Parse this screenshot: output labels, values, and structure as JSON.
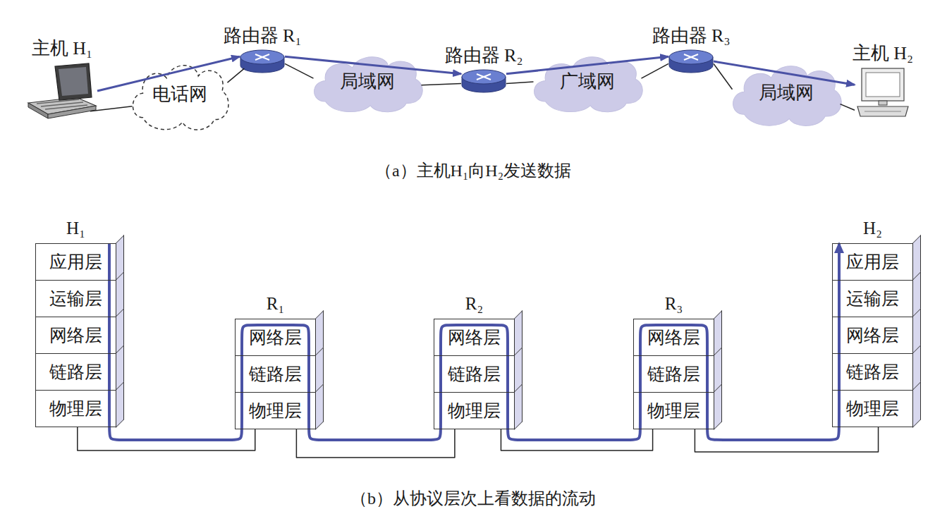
{
  "diagram": {
    "nodes": [
      {
        "text": [
          "主机 H₁"
        ]
      },
      {
        "text": [
          "电话网"
        ]
      },
      {
        "text": [
          "路由器 R₁"
        ]
      },
      {
        "text": [
          "局域网"
        ]
      },
      {
        "text": [
          "路由器 R₂"
        ]
      },
      {
        "text": [
          "广域网"
        ]
      },
      {
        "text": [
          "路由器 R₃"
        ]
      },
      {
        "text": [
          "局域网"
        ]
      },
      {
        "text": [
          "主机 H₂"
        ]
      },
      {
        "text": [
          "H₁"
        ]
      },
      {
        "text": [
          "应用层"
        ],
        "in": 9
      },
      {
        "text": [
          "运输层"
        ],
        "in": 9
      },
      {
        "text": [
          "网络层"
        ],
        "in": 9
      },
      {
        "text": [
          "链路层"
        ],
        "in": 9
      },
      {
        "text": [
          "物理层"
        ],
        "in": 9
      },
      {
        "text": [
          "R₁"
        ]
      },
      {
        "text": [
          "网络层"
        ],
        "in": 15
      },
      {
        "text": [
          "链路层"
        ],
        "in": 15
      },
      {
        "text": [
          "物理层"
        ],
        "in": 15
      },
      {
        "text": [
          "R₂"
        ]
      },
      {
        "text": [
          "网络层"
        ],
        "in": 19
      },
      {
        "text": [
          "链路层"
        ],
        "in": 19
      },
      {
        "text": [
          "物理层"
        ],
        "in": 19
      },
      {
        "text": [
          "R₃"
        ]
      },
      {
        "text": [
          "网络层"
        ],
        "in": 23
      },
      {
        "text": [
          "链路层"
        ],
        "in": 23
      },
      {
        "text": [
          "物理层"
        ],
        "in": 23
      },
      {
        "text": [
          "H₂"
        ]
      },
      {
        "text": [
          "应用层"
        ],
        "in": 27
      },
      {
        "text": [
          "运输层"
        ],
        "in": 27
      },
      {
        "text": [
          "网络层"
        ],
        "in": 27
      },
      {
        "text": [
          "链路层"
        ],
        "in": 27
      },
      {
        "text": [
          "物理层"
        ],
        "in": 27
      }
    ],
    "edges": [
      {
        "from": 0,
        "to": 2,
        "arrow": "to"
      },
      {
        "from": 2,
        "to": 4,
        "arrow": "to"
      },
      {
        "from": 4,
        "to": 6,
        "arrow": "to"
      },
      {
        "from": 6,
        "to": 8,
        "arrow": "to"
      },
      {
        "from": 0,
        "to": 1,
        "arrow": "none"
      },
      {
        "from": 1,
        "to": 2,
        "arrow": "none"
      },
      {
        "from": 2,
        "to": 3,
        "arrow": "none"
      },
      {
        "from": 3,
        "to": 4,
        "arrow": "none"
      },
      {
        "from": 4,
        "to": 5,
        "arrow": "none"
      },
      {
        "from": 5,
        "to": 6,
        "arrow": "none"
      },
      {
        "from": 6,
        "to": 7,
        "arrow": "none"
      },
      {
        "from": 7,
        "to": 8,
        "arrow": "none"
      },
      {
        "from": 14,
        "to": 18,
        "arrow": "none"
      },
      {
        "from": 18,
        "to": 22,
        "arrow": "none"
      },
      {
        "from": 22,
        "to": 26,
        "arrow": "none"
      },
      {
        "from": 26,
        "to": 32,
        "arrow": "none"
      },
      {
        "from": 10,
        "to": 28,
        "arrow": "to"
      }
    ],
    "labels": [
      "（a）主机H₁向H₂发送数据",
      "（b）从协议层次上看数据的流动"
    ]
  }
}
